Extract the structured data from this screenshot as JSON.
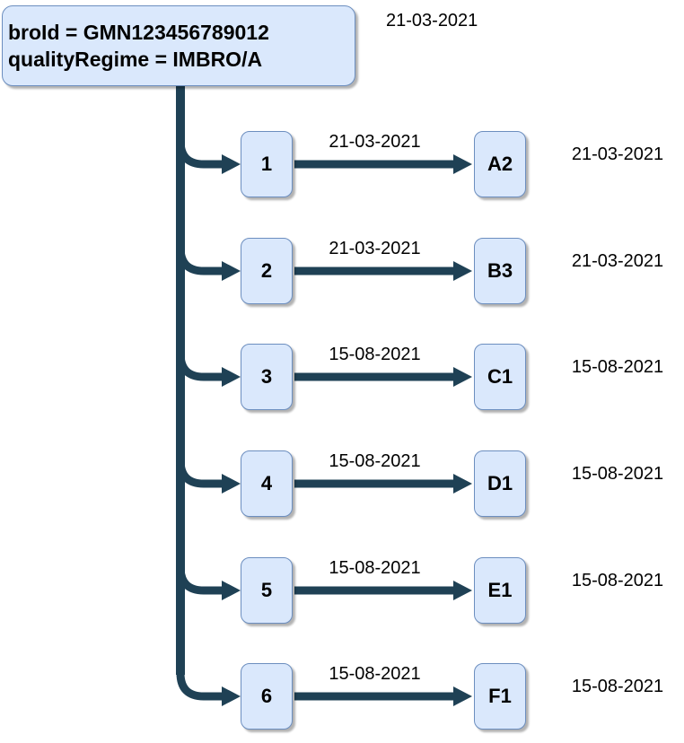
{
  "header": {
    "line1": "broId = GMN123456789012",
    "line2": "qualityRegime = IMBRO/A",
    "date": "21-03-2021"
  },
  "rows": [
    {
      "number": "1",
      "edge_date": "21-03-2021",
      "letter": "A2",
      "right_date": "21-03-2021"
    },
    {
      "number": "2",
      "edge_date": "21-03-2021",
      "letter": "B3",
      "right_date": "21-03-2021"
    },
    {
      "number": "3",
      "edge_date": "15-08-2021",
      "letter": "C1",
      "right_date": "15-08-2021"
    },
    {
      "number": "4",
      "edge_date": "15-08-2021",
      "letter": "D1",
      "right_date": "15-08-2021"
    },
    {
      "number": "5",
      "edge_date": "15-08-2021",
      "letter": "E1",
      "right_date": "15-08-2021"
    },
    {
      "number": "6",
      "edge_date": "15-08-2021",
      "letter": "F1",
      "right_date": "15-08-2021"
    }
  ],
  "colors": {
    "box_fill": "#dae8fc",
    "box_border": "#6c8ebf",
    "line": "#1f4155"
  }
}
